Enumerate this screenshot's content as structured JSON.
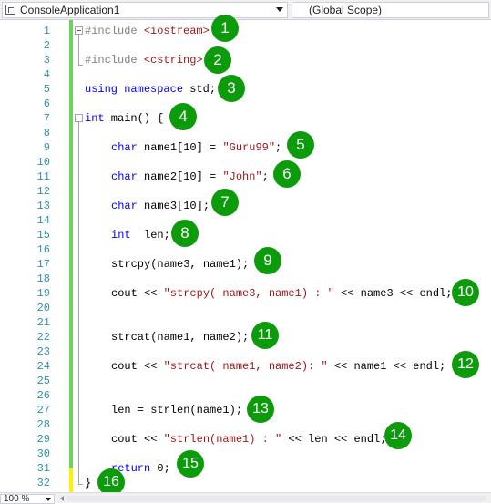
{
  "navbar": {
    "project_dropdown": "ConsoleApplication1",
    "scope_dropdown": "(Global Scope)",
    "project_icon": "class-view-icon",
    "dropdown_arrow_icon": "chevron-down-icon"
  },
  "editor": {
    "line_numbers": [
      "1",
      "2",
      "3",
      "4",
      "5",
      "6",
      "7",
      "8",
      "9",
      "10",
      "11",
      "12",
      "13",
      "14",
      "15",
      "16",
      "17",
      "18",
      "19",
      "20",
      "21",
      "22",
      "23",
      "24",
      "25",
      "26",
      "27",
      "28",
      "29",
      "30",
      "31",
      "32"
    ],
    "lines": {
      "l1": {
        "pp": "#include",
        "inc": "<iostream>"
      },
      "l3": {
        "pp": "#include",
        "inc": "<cstring>"
      },
      "l5": {
        "kw1": "using",
        "kw2": "namespace",
        "rest": " std;"
      },
      "l7": {
        "kw": "int",
        "rest": " main() {"
      },
      "l9": {
        "kw": "char",
        "mid": " name1[10] = ",
        "str": "\"Guru99\"",
        "end": ";"
      },
      "l11": {
        "kw": "char",
        "mid": " name2[10] = ",
        "str": "\"John\"",
        "end": ";"
      },
      "l13": {
        "kw": "char",
        "rest": " name3[10];"
      },
      "l15": {
        "kw": "int",
        "rest": "  len;"
      },
      "l17": {
        "rest": "strcpy(name3, name1);"
      },
      "l19": {
        "a": "cout << ",
        "str": "\"strcpy( name3, name1) : \"",
        "b": " << name3 << endl;"
      },
      "l22": {
        "rest": "strcat(name1, name2);"
      },
      "l24": {
        "a": "cout << ",
        "str": "\"strcat( name1, name2): \"",
        "b": " << name1 << endl;"
      },
      "l27": {
        "rest": "len = strlen(name1);"
      },
      "l29": {
        "a": "cout << ",
        "str": "\"strlen(name1) : \"",
        "b": " << len << endl;"
      },
      "l31": {
        "kw": "return",
        "rest": " 0;"
      },
      "l32": {
        "rest": "}"
      }
    },
    "colors": {
      "keyword": "#0000ff",
      "string": "#a31515",
      "preprocessor": "#808080",
      "line_number": "#2b91af",
      "badge": "#0b9b0b",
      "change_bar": "#6cd35a"
    }
  },
  "badges": [
    "1",
    "2",
    "3",
    "4",
    "5",
    "6",
    "7",
    "8",
    "9",
    "10",
    "11",
    "12",
    "13",
    "14",
    "15",
    "16"
  ],
  "status": {
    "zoom": "100 %"
  }
}
